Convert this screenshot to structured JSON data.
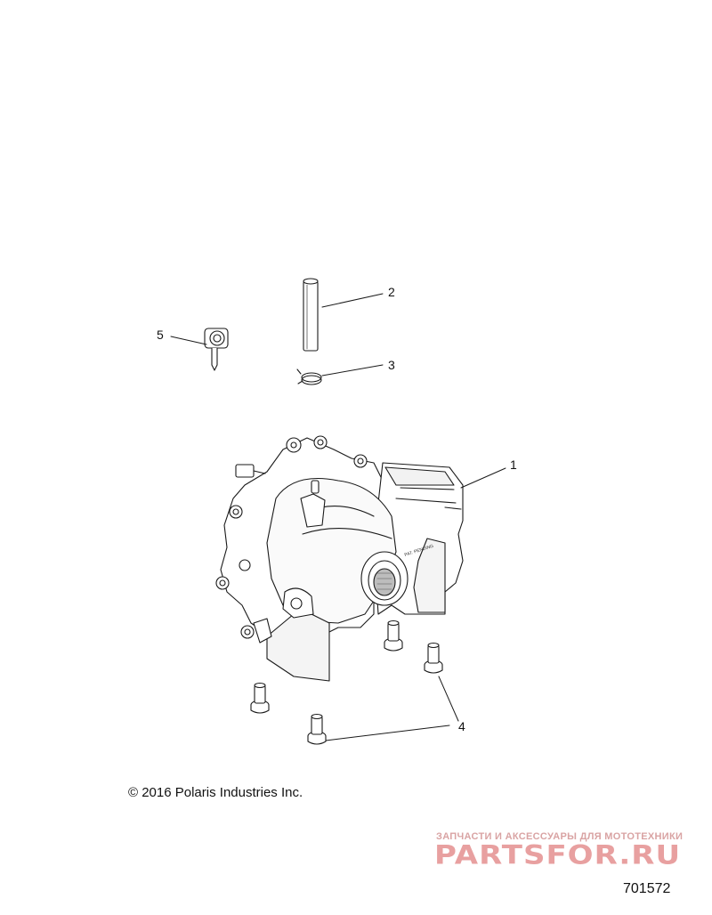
{
  "callouts": {
    "c1": "1",
    "c2": "2",
    "c3": "3",
    "c4": "4",
    "c5": "5"
  },
  "copyright": "© 2016 Polaris Industries Inc.",
  "watermark": {
    "tagline": "ЗАПЧАСТИ И АКСЕССУАРЫ ДЛЯ МОТОТЕХНИКИ",
    "logo": "PARTSFOR.RU"
  },
  "diagram_id": "701572",
  "colors": {
    "line": "#1a1a1a",
    "fill": "#ffffff",
    "shade": "#cfcfcf",
    "watermark": "#e8a0a0"
  }
}
